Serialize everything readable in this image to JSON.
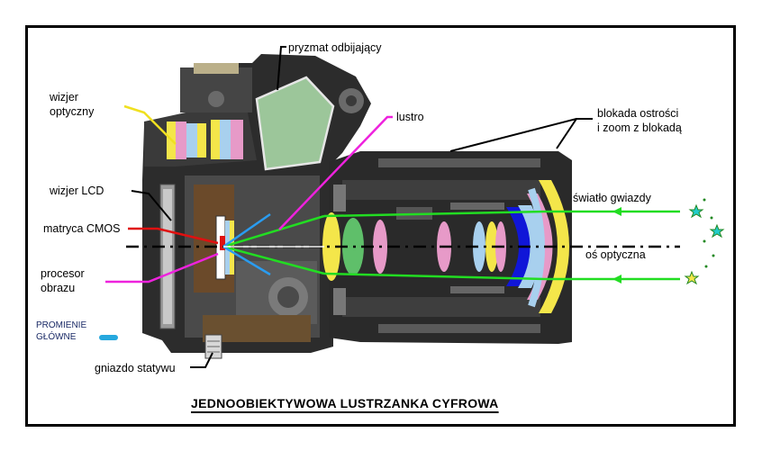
{
  "title": "JEDNOOBIEKTYWOWA LUSTRZANKA CYFROWA",
  "labels": {
    "prism": "pryzmat odbijający",
    "viewfinder_optical_line1": "wizjer",
    "viewfinder_optical_line2": "optyczny",
    "mirror": "lustro",
    "focus_lock_line1": "blokada ostrości",
    "focus_lock_line2": "i zoom z blokadą",
    "lcd": "wizjer LCD",
    "cmos": "matryca CMOS",
    "star_light": "światło gwiazdy",
    "optical_axis": "oś optyczna",
    "processor_line1": "procesor",
    "processor_line2": "obrazu",
    "chief_rays_line1": "PROMIENIE",
    "chief_rays_line2": "GŁÓWNE",
    "tripod": "gniazdo statywu"
  },
  "colors": {
    "lens_yellow": "#f4e64a",
    "lens_pink": "#e79ac8",
    "lens_blue": "#a8d0ee",
    "lens_green": "#5fbf6a",
    "lens_dark_blue": "#1016d8",
    "prism_green": "#9cc69a",
    "ray_green": "#22dd22",
    "ray_blue": "#2a9cf0",
    "chief_ray": "#26a8de",
    "cmos_red": "#e01010",
    "pointer_magenta": "#ee22dd",
    "pointer_yellow": "#f0e020",
    "body_dark": "#2c2c2c"
  }
}
